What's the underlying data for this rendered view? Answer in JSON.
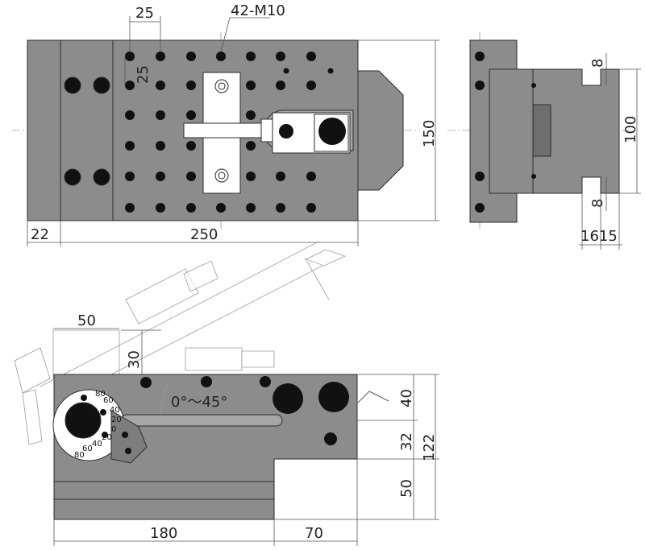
{
  "labels": {
    "pitch_horizontal": "25",
    "tapped_holes": "42-M10",
    "pitch_vertical": "25",
    "base_width": "150",
    "left_offset": "22",
    "base_length": "250",
    "side_height": "100",
    "slot_top": "8",
    "slot_bottom": "8",
    "side_widths": "1615",
    "fixture_width": "50",
    "fixture_height": "30",
    "tilt_range": "0°～45°",
    "dim_40": "40",
    "dim_32": "32",
    "dim_122": "122",
    "dim_50": "50",
    "dim_180": "180",
    "dim_70": "70"
  },
  "dial_scale": [
    "80",
    "60",
    "40",
    "20",
    "0",
    "20",
    "40",
    "60",
    "80"
  ],
  "colors": {
    "body": "#8c8c8c",
    "hole": "#111111",
    "line": "#2b2b2b"
  }
}
